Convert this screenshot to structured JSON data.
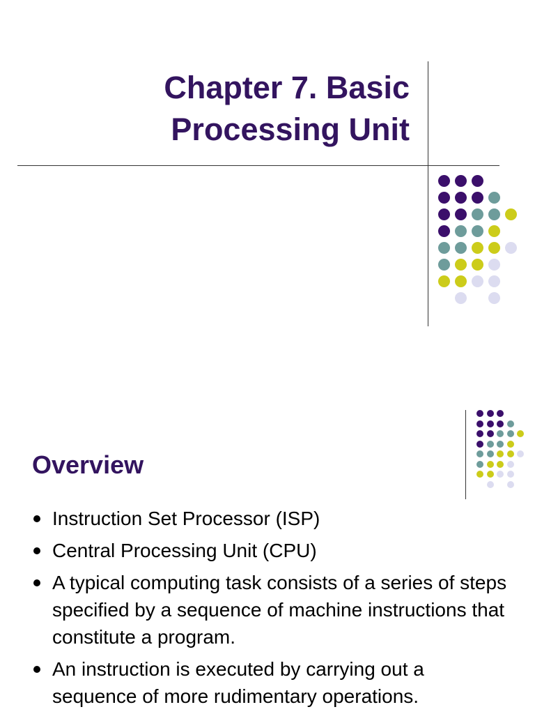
{
  "colors": {
    "title": "#33145f",
    "purple": "#3b0f6b",
    "teal": "#6e9c9b",
    "yellow": "#cccc1a",
    "lavender": "#dcdcf0",
    "line": "#333333",
    "text": "#000000"
  },
  "slide1": {
    "title_line1": "Chapter 7. Basic",
    "title_line2": "Processing Unit"
  },
  "slide2": {
    "title": "Overview",
    "bullets": [
      "Instruction Set Processor (ISP)",
      "Central Processing Unit (CPU)",
      "A typical computing task consists of a series of steps specified by a sequence of machine instructions that constitute a program.",
      "An instruction is executed by carrying out a sequence of more rudimentary operations."
    ]
  },
  "decoration": {
    "dot_grid_colors": [
      [
        "purple",
        "purple",
        "purple",
        null,
        null
      ],
      [
        "purple",
        "purple",
        "purple",
        "teal",
        null
      ],
      [
        "purple",
        "purple",
        "teal",
        "teal",
        "yellow"
      ],
      [
        "purple",
        "teal",
        "teal",
        "yellow",
        null
      ],
      [
        "teal",
        "teal",
        "yellow",
        "yellow",
        "lavender"
      ],
      [
        "teal",
        "yellow",
        "yellow",
        "lavender",
        null
      ],
      [
        "yellow",
        "yellow",
        "lavender",
        "lavender",
        null
      ],
      [
        null,
        "lavender",
        null,
        "lavender",
        null
      ]
    ]
  }
}
